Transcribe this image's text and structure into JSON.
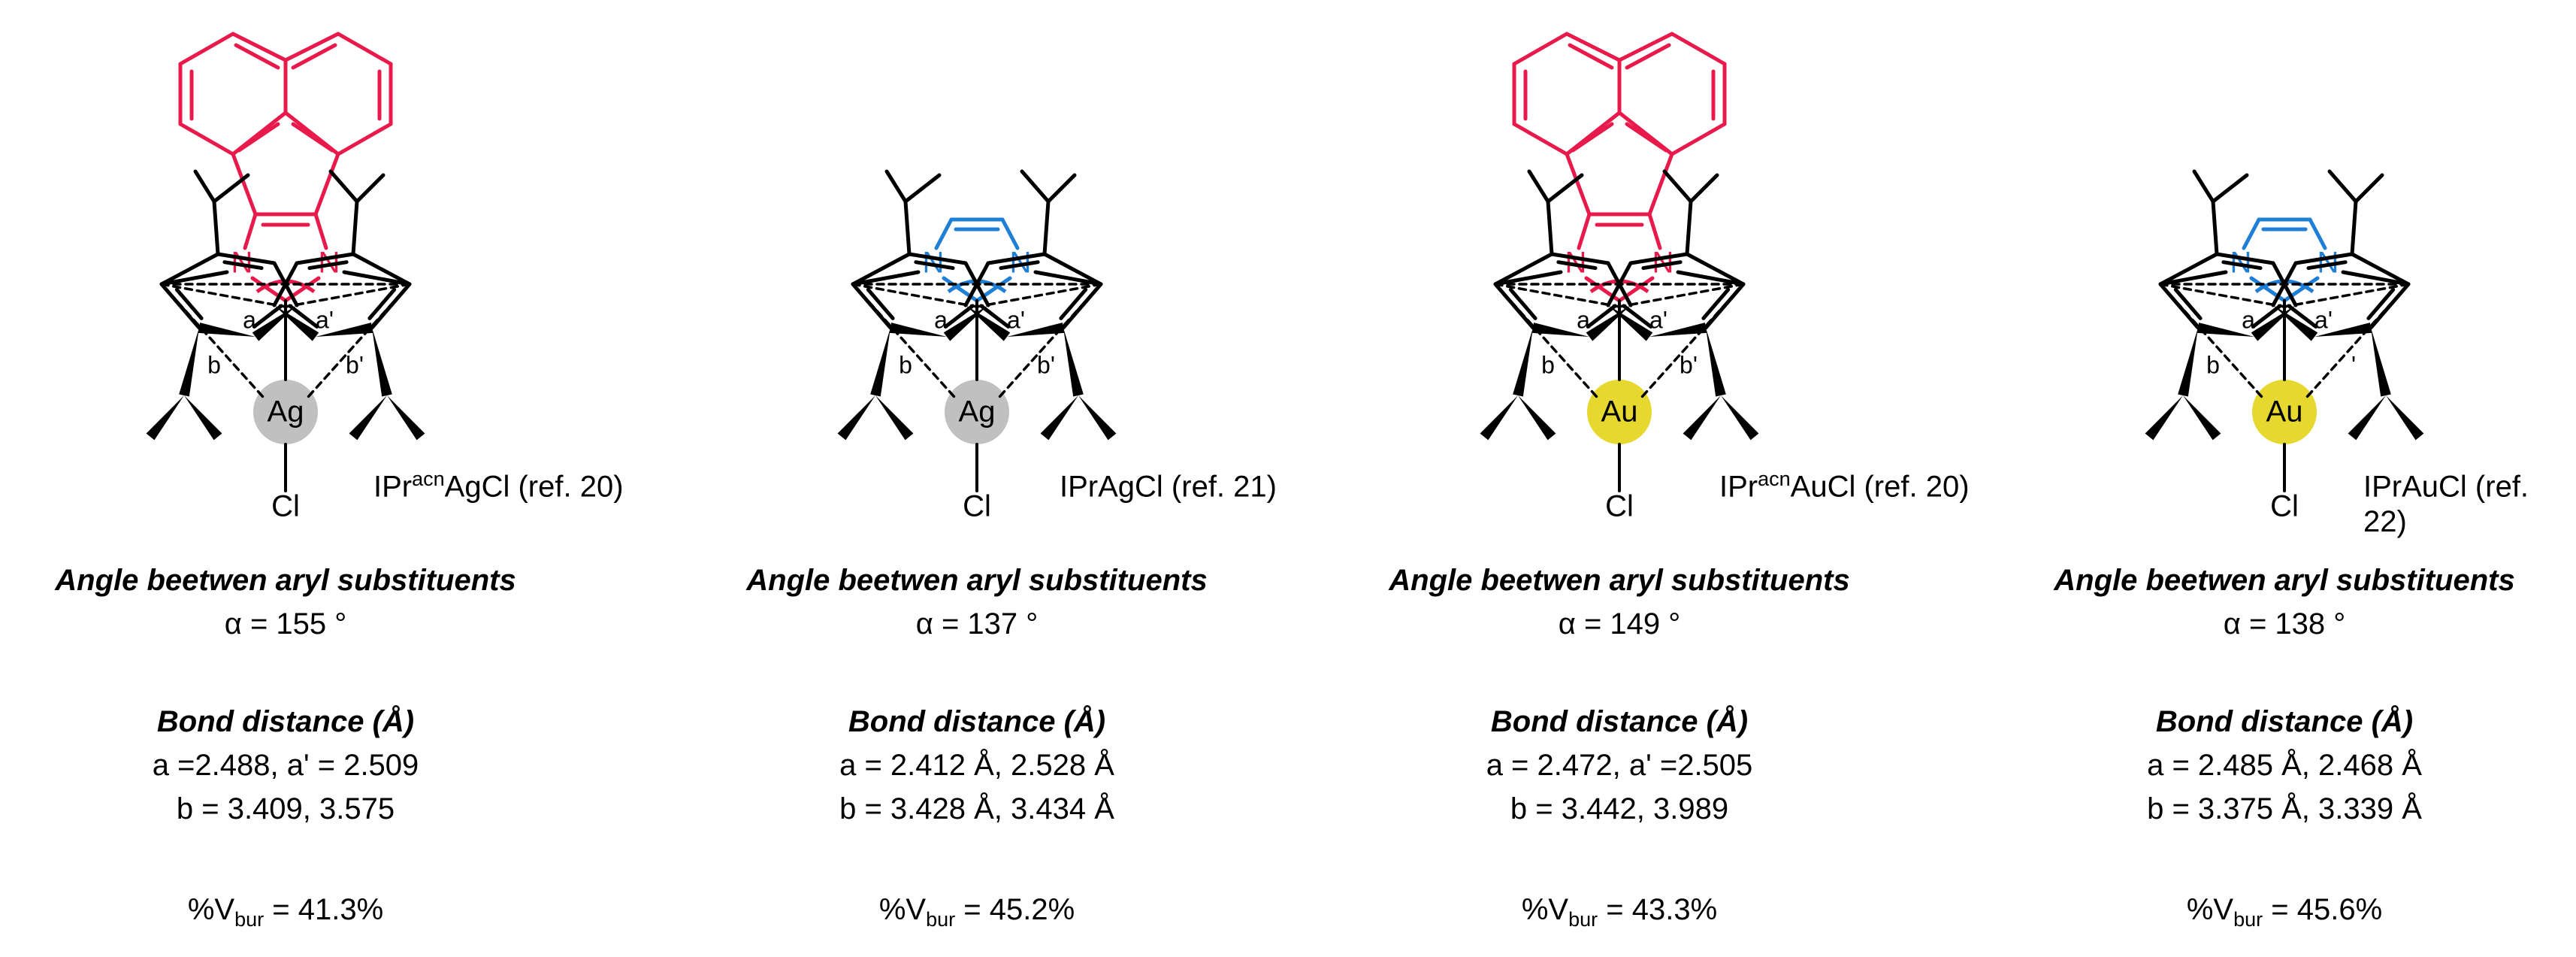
{
  "panels": [
    {
      "metal": "Ag",
      "ligand": "acn",
      "caption_pre": "IPr",
      "caption_sup": "acn",
      "caption_post": "AgCl (ref. 20)",
      "caption_cont": "",
      "angle_heading": "Angle beetwen aryl substituents",
      "angle_value": "α = 155 °",
      "bond_heading": "Bond distance (Å)",
      "bond_a": "a =2.488, a' = 2.509",
      "bond_b": "b = 3.409, 3.575",
      "vbur_pre": "%V",
      "vbur_sub": "bur",
      "vbur_post": "  = 41.3%"
    },
    {
      "metal": "Ag",
      "ligand": "im",
      "caption_pre": "",
      "caption_sup": "",
      "caption_post": "IPrAgCl  (ref. 21)",
      "caption_cont": "",
      "angle_heading": "Angle beetwen aryl substituents",
      "angle_value": "α = 137 °",
      "bond_heading": "Bond distance (Å)",
      "bond_a": "a = 2.412 Å, 2.528 Å",
      "bond_b": "b = 3.428 Å, 3.434 Å",
      "vbur_pre": "%V",
      "vbur_sub": "bur",
      "vbur_post": " = 45.2%"
    },
    {
      "metal": "Au",
      "ligand": "acn",
      "caption_pre": "IPr",
      "caption_sup": "acn",
      "caption_post": "AuCl  (ref. 20)",
      "caption_cont": "",
      "angle_heading": "Angle beetwen aryl substituents",
      "angle_value": "α = 149 °",
      "bond_heading": "Bond distance (Å)",
      "bond_a": "a = 2.472, a' =2.505",
      "bond_b": "b = 3.442, 3.989",
      "vbur_pre": "%V",
      "vbur_sub": "bur",
      "vbur_post": "  = 43.3%"
    },
    {
      "metal": "Au",
      "ligand": "im",
      "caption_pre": "",
      "caption_sup": "",
      "caption_post": "IPrAuCl  (ref.",
      "caption_cont": "22)",
      "angle_heading": "Angle beetwen aryl substituents",
      "angle_value": "α = 138 °",
      "bond_heading": "Bond distance (Å)",
      "bond_a": "a = 2.485 Å, 2.468 Å",
      "bond_b": "b = 3.375 Å, 3.339 Å",
      "vbur_pre": "%V",
      "vbur_sub": "bur",
      "vbur_post": " = 45.6%"
    }
  ],
  "labels": {
    "nitrogen": "N",
    "chloride": "Cl",
    "a": "a",
    "a_prime": "a'",
    "b": "b",
    "b_prime": "b'",
    "b_prime_partial": "'"
  },
  "colors": {
    "acenaphthyl": "#e8194b",
    "imidazole": "#1f7fd6",
    "silver": "#c0c0c0",
    "gold": "#e6d82e",
    "bond": "#000000"
  }
}
